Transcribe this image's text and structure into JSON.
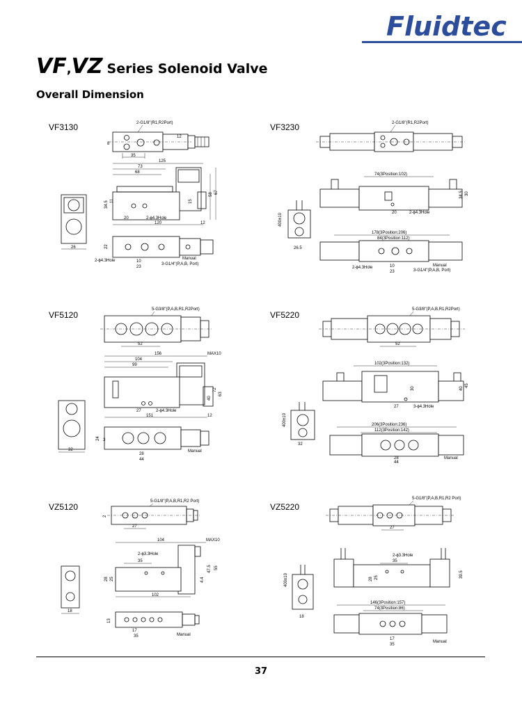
{
  "brand": {
    "logo_text": "Fluidtec",
    "color": "#2b4d9c"
  },
  "page_title": {
    "part1": "VF",
    "separator": ",",
    "part2": "VZ",
    "rest": "Series Solenoid Valve"
  },
  "section_title": "Overall Dimension",
  "models": {
    "vf3130": {
      "name": "VF3130",
      "top": {
        "port": "2-G1/8\"(R1,R2Port)",
        "d1": "35",
        "d2": "8",
        "d3": "12"
      },
      "side": {
        "d_125": "125",
        "d_73": "73",
        "d_68": "68",
        "d_67": "67",
        "d_58": "58",
        "d_34": "34.5",
        "d_11": "11",
        "d_20": "20",
        "d_120": "120",
        "d_12": "12",
        "d_15": "15",
        "hole": "2-ϕ4.3Hole"
      },
      "end": {
        "d_26": "26"
      },
      "bottom": {
        "d_22": "22",
        "d_10": "10",
        "d_23": "23",
        "hole": "2-ϕ4.3Hole",
        "manual": "Manual",
        "port": "3-G1/4\"(P,A,B, Port)"
      }
    },
    "vf3230": {
      "name": "VF3230",
      "top": {
        "port": "2-G1/8\"(R1,R2Port)"
      },
      "side": {
        "d_74": "74(3Position:102)",
        "d_34": "34.5",
        "d_30": "30",
        "d_20": "20",
        "hole": "2-ϕ4.3Hole"
      },
      "end": {
        "d_400": "400±10",
        "d_26": "26.5"
      },
      "bottom": {
        "d_178": "178(3Position:206)",
        "d_84": "84(3Position:112)",
        "d_10": "10",
        "d_23": "23",
        "hole": "2-ϕ4.3Hole",
        "manual": "Manual",
        "port": "3-G1/4\"(P,A,B, Port)"
      }
    },
    "vf5120": {
      "name": "VF5120",
      "top": {
        "port": "5-G3/8\"(P,A,B,R1,R2Port)",
        "d_52": "52"
      },
      "side": {
        "d_156": "156",
        "d_max": "MAX10",
        "d_104": "104",
        "d_99": "99",
        "d_72": "72",
        "d_63": "63",
        "d_40": "40",
        "d_27": "27",
        "d_151": "151",
        "d_12": "12",
        "hole": "2-ϕ4.3Hole"
      },
      "end": {
        "d_32": "32"
      },
      "bottom": {
        "d_24": "24",
        "d_3": "3",
        "d_28": "28",
        "d_44": "44",
        "manual": "Manual"
      }
    },
    "vf5220": {
      "name": "VF5220",
      "top": {
        "port": "5-G3/8\"(P,A,B,R1,R2Port)",
        "d_52": "52"
      },
      "side": {
        "d_102": "102(3Position:132)",
        "d_45": "45",
        "d_40": "40",
        "d_30": "30",
        "d_27": "27",
        "hole": "3-ϕ4.3Hole"
      },
      "end": {
        "d_400": "400±10",
        "d_32": "32"
      },
      "bottom": {
        "d_206": "206(3Position:236)",
        "d_112": "112(3Position:142)",
        "d_28": "28",
        "d_44": "44",
        "manual": "Manual"
      }
    },
    "vz5120": {
      "name": "VZ5120",
      "top": {
        "port": "5-G1/8\"(P,A,B,R1,R2 Port)",
        "d_27": "27",
        "d_2": "2"
      },
      "side": {
        "d_104": "104",
        "d_max": "MAX10",
        "hole": "2-ϕ3.3Hole",
        "d_35": "35",
        "d_55": "55",
        "d_47": "47.5",
        "d_28": "28",
        "d_25": "25",
        "d_102": "102",
        "d_4": "4.4"
      },
      "end": {
        "d_18": "18"
      },
      "bottom": {
        "d_13": "13",
        "d_17": "17",
        "d_35": "35",
        "manual": "Manual"
      }
    },
    "vz5220": {
      "name": "VZ5220",
      "top": {
        "port": "5-G1/8\"(P,A,B,R1,R2 Port)",
        "d_27": "27"
      },
      "side": {
        "hole": "2-ϕ3.3Hole",
        "d_35": "35",
        "d_39": "39.5",
        "d_28": "28",
        "d_25": "25"
      },
      "end": {
        "d_400": "400±10",
        "d_18": "18"
      },
      "bottom": {
        "d_146": "146(3Position:157)",
        "d_74": "74(3Position:86)",
        "d_17": "17",
        "d_35": "35",
        "manual": "Manual"
      }
    }
  },
  "page_number": "37"
}
